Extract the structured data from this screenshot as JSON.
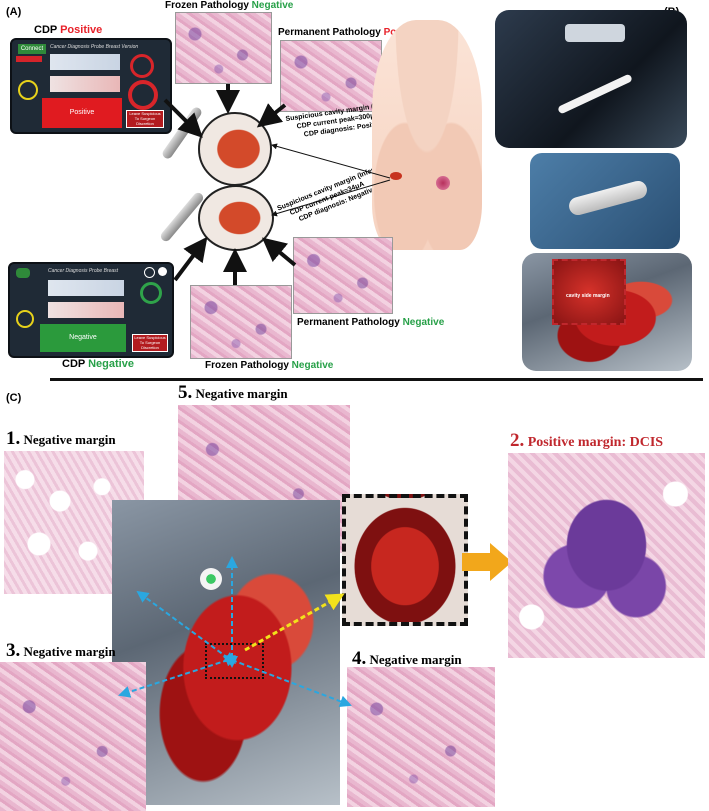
{
  "panel_labels": {
    "a": "(A)",
    "b": "(B)",
    "c": "(C)"
  },
  "panel_a": {
    "cdp_top": {
      "prefix": "CDP ",
      "result": "Positive"
    },
    "cdp_bottom": {
      "prefix": "CDP ",
      "result": "Negative"
    },
    "frozen_top": {
      "prefix": "Frozen Pathology ",
      "result": "Negative"
    },
    "frozen_bottom": {
      "prefix": "Frozen Pathology ",
      "result": "Negative"
    },
    "permanent_top": {
      "prefix": "Permanent Pathology ",
      "result": "Positive"
    },
    "permanent_bottom": {
      "prefix": "Permanent Pathology ",
      "result": "Negative"
    },
    "lateral_info": [
      "Suspicious cavity margin (Lateral)",
      "CDP current peak≈300μA",
      "CDP diagnosis: Positive"
    ],
    "inferior_info": [
      "Suspicious cavity margin (Inferior)",
      "CDP current peak≈34μA",
      "CDP diagnosis: Negative"
    ],
    "ui_top": {
      "connect": "Connect",
      "title": "Cancer Diagnosis Probe Breast Version",
      "result": "Positive",
      "note": "Leave Suspicious To Surgeon Discretion"
    },
    "ui_bottom": {
      "title": "Cancer Diagnosis Probe Breast",
      "result": "Negative",
      "note": "Leave Suspicious To Surgeon Discretion"
    }
  },
  "panel_b": {
    "inset_label": "cavity side margin"
  },
  "panel_c": {
    "m1": {
      "num": "1.",
      "text": " Negative margin"
    },
    "m2": {
      "num": "2.",
      "text": " Positive margin: DCIS"
    },
    "m3": {
      "num": "3.",
      "text": " Negative margin"
    },
    "m4": {
      "num": "4.",
      "text": " Negative margin"
    },
    "m5": {
      "num": "5.",
      "text": " Negative margin"
    }
  },
  "colors": {
    "positive": "#e8222a",
    "negative": "#27a048",
    "dcis": "#c0272d",
    "arrow": "#2aa7e0",
    "highlight": "#f2e21b",
    "orange_arrow": "#f2a71b"
  }
}
